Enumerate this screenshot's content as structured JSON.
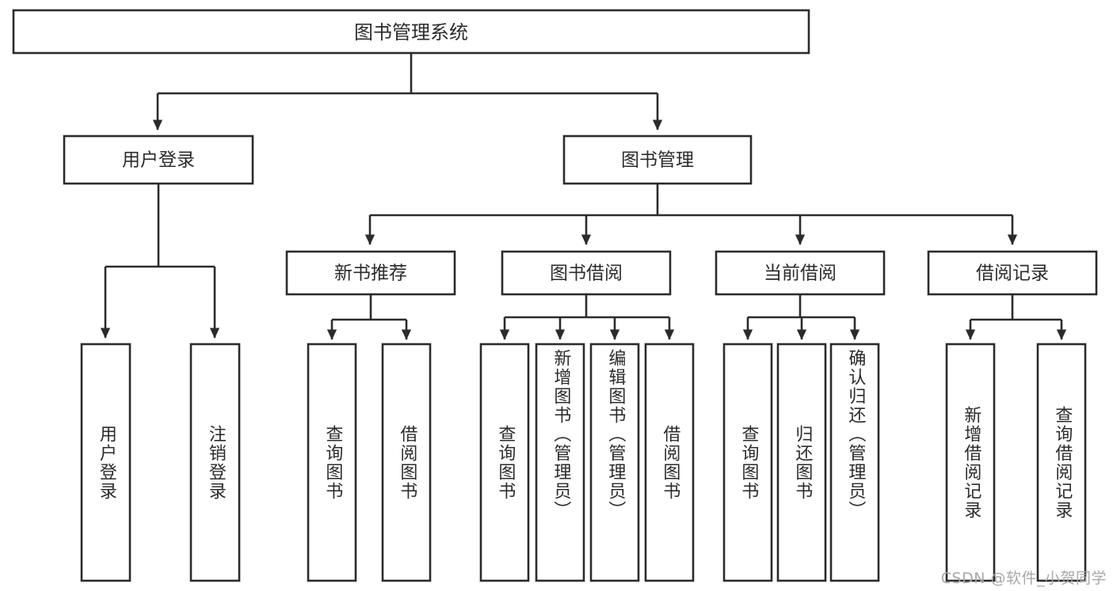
{
  "diagram": {
    "type": "tree",
    "title": "图书管理系统",
    "watermark": "CSDN @软件_小贺同学",
    "colors": {
      "stroke": "#2b2b2b",
      "fill": "#ffffff",
      "background": "#ffffff",
      "watermark": "#a8a8a8"
    },
    "root": {
      "label": "图书管理系统"
    },
    "level2": {
      "user_login": {
        "label": "用户登录"
      },
      "book_manage": {
        "label": "图书管理"
      }
    },
    "level3": {
      "new_book": {
        "label": "新书推荐"
      },
      "borrow": {
        "label": "图书借阅"
      },
      "current": {
        "label": "当前借阅"
      },
      "records": {
        "label": "借阅记录"
      }
    },
    "leaves": {
      "user_login": [
        {
          "label": "用户登录"
        },
        {
          "label": "注销登录"
        }
      ],
      "new_book": [
        {
          "label": "查询图书"
        },
        {
          "label": "借阅图书"
        }
      ],
      "borrow": [
        {
          "label": "查询图书"
        },
        {
          "label": "新增图书（管理员）"
        },
        {
          "label": "编辑图书（管理员）"
        },
        {
          "label": "借阅图书"
        }
      ],
      "current": [
        {
          "label": "查询图书"
        },
        {
          "label": "归还图书"
        },
        {
          "label": "确认归还（管理员）"
        }
      ],
      "records": [
        {
          "label": "新增借阅记录"
        },
        {
          "label": "查询借阅记录"
        }
      ]
    }
  }
}
